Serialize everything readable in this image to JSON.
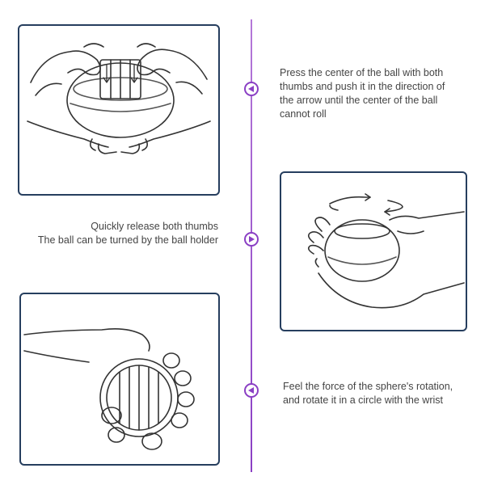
{
  "steps": [
    {
      "lines": [
        "Press the center of the ball with both",
        "thumbs and push it in the direction of",
        "the arrow until the center of the ball",
        "cannot roll"
      ],
      "marker_direction": "left"
    },
    {
      "lines": [
        "Quickly release both thumbs",
        "The ball can be turned by the ball holder"
      ],
      "marker_direction": "right"
    },
    {
      "lines": [
        "Feel the force of the sphere's rotation,",
        "and rotate it in a circle with the wrist"
      ],
      "marker_direction": "left"
    }
  ],
  "colors": {
    "timeline": "#8a3fc4",
    "panel_border": "#263e5e",
    "text": "#444444"
  },
  "icons": [
    "press-thumbs-illustration",
    "rotate-ball-illustration",
    "wrist-circle-illustration",
    "triangle-left-icon",
    "triangle-right-icon"
  ]
}
